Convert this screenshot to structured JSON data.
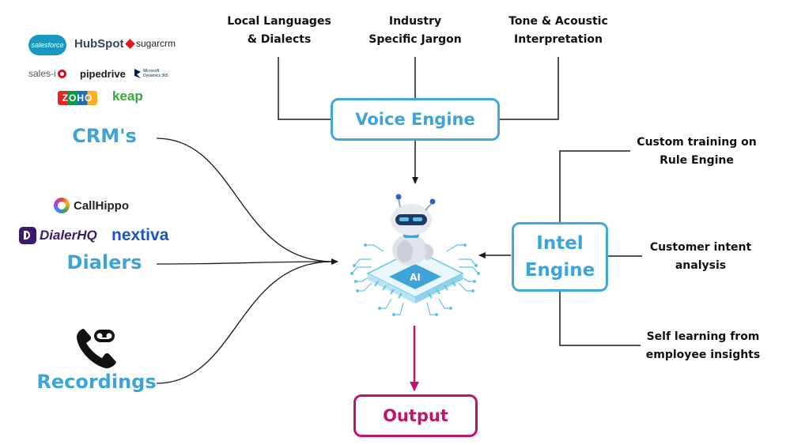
{
  "crm": {
    "title": "CRM's",
    "logos": [
      {
        "name": "salesforce",
        "color": "#1798c1"
      },
      {
        "name": "HubSpot",
        "color": "#33475b"
      },
      {
        "name": "sugarcrm",
        "color": "#222222"
      },
      {
        "name": "sales-i",
        "color": "#d0121b"
      },
      {
        "name": "pipedrive",
        "color": "#1a1a1a"
      },
      {
        "name": "Microsoft Dynamics 365",
        "color": "#002050"
      },
      {
        "name": "ZOHO",
        "color": "#e42527"
      },
      {
        "name": "keap",
        "color": "#36a635"
      }
    ]
  },
  "dialers": {
    "title": "Dialers",
    "logos": [
      {
        "name": "CallHippo",
        "color": "#222222"
      },
      {
        "name": "DialerHQ",
        "color": "#3b1a6b"
      },
      {
        "name": "nextiva",
        "color": "#1a55c7"
      }
    ]
  },
  "recordings": {
    "title": "Recordings",
    "icon": "phone-voicemail-icon"
  },
  "voice_engine": {
    "label": "Voice Engine",
    "inputs": [
      {
        "line1": "Local Languages",
        "line2": "& Dialects"
      },
      {
        "line1": "Industry",
        "line2": "Specific Jargon"
      },
      {
        "line1": "Tone & Acoustic",
        "line2": "Interpretation"
      }
    ]
  },
  "intel_engine": {
    "line1": "Intel",
    "line2": "Engine",
    "inputs": [
      {
        "line1": "Custom training on",
        "line2": "Rule Engine"
      },
      {
        "line1": "Customer intent",
        "line2": "analysis"
      },
      {
        "line1": "Self learning from",
        "line2": "employee insights"
      }
    ]
  },
  "ai_core": {
    "chip_label": "AI",
    "icon": "ai-robot-chip-icon"
  },
  "output": {
    "label": "Output"
  },
  "colors": {
    "blue": "#3ea3d8",
    "magenta": "#c0136b",
    "line": "#1a1a1a"
  }
}
